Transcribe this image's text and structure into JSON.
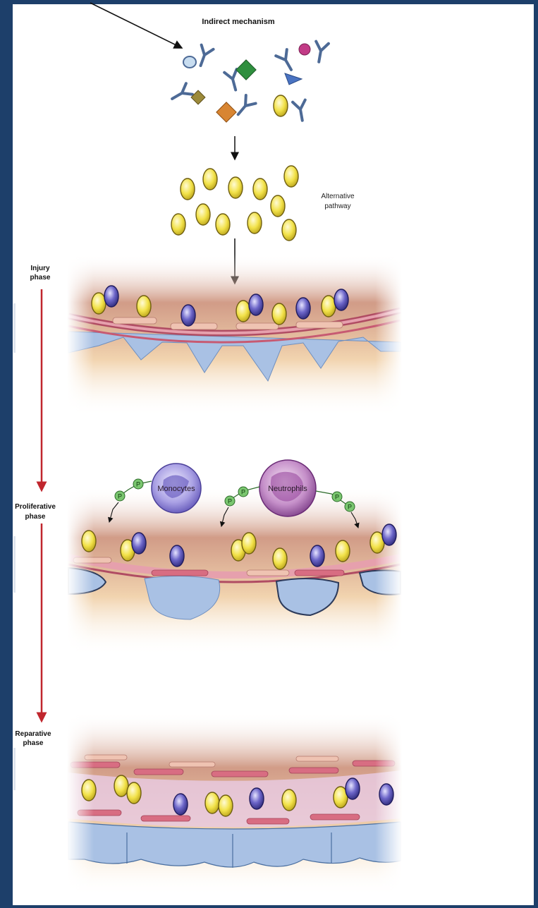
{
  "labels": {
    "title": "Indirect mechanism",
    "alternative": [
      "Alternative",
      "pathway"
    ],
    "injury": [
      "Injury",
      "phase"
    ],
    "proliferative": [
      "Proliferative",
      "phase"
    ],
    "reparative": [
      "Reparative",
      "phase"
    ],
    "monocytes": "Monocytes",
    "neutrophils": "Neutrophils",
    "p": "P"
  },
  "colors": {
    "background": "#1d3f6a",
    "yellow_cell": "#f2e24a",
    "blue_cell": "#5b55b8",
    "membrane": "#cf6b7c",
    "tissue_top": "#c9876f",
    "tissue_bottom": "#f3d8a2",
    "endothelium": "#a9c1e4",
    "phase_arrow": "#c0262d",
    "monocyte": "#8f85d6",
    "neutrophil": "#b26ab5",
    "p_badge": "#7ac66f"
  }
}
